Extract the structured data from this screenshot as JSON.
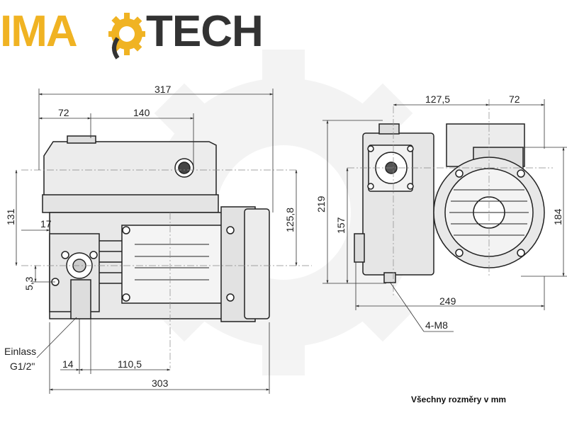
{
  "brand": {
    "part1": "IMA",
    "part2": "TECH",
    "color_primary": "#f0b323",
    "color_secondary": "#333333"
  },
  "note": "Všechny rozměry v mm",
  "dimensions": {
    "d317": "317",
    "d72_left": "72",
    "d140": "140",
    "d131": "131",
    "d17": "17",
    "d5_3": "5,3",
    "d125_8": "125,8",
    "d14": "14",
    "d110_5": "110,5",
    "d303": "303",
    "d127_5": "127,5",
    "d72_right": "72",
    "d219": "219",
    "d157": "157",
    "d184": "184",
    "d249": "249",
    "d4_m8": "4-M8"
  },
  "inlet": {
    "label": "Einlass",
    "size": "G1/2\""
  }
}
